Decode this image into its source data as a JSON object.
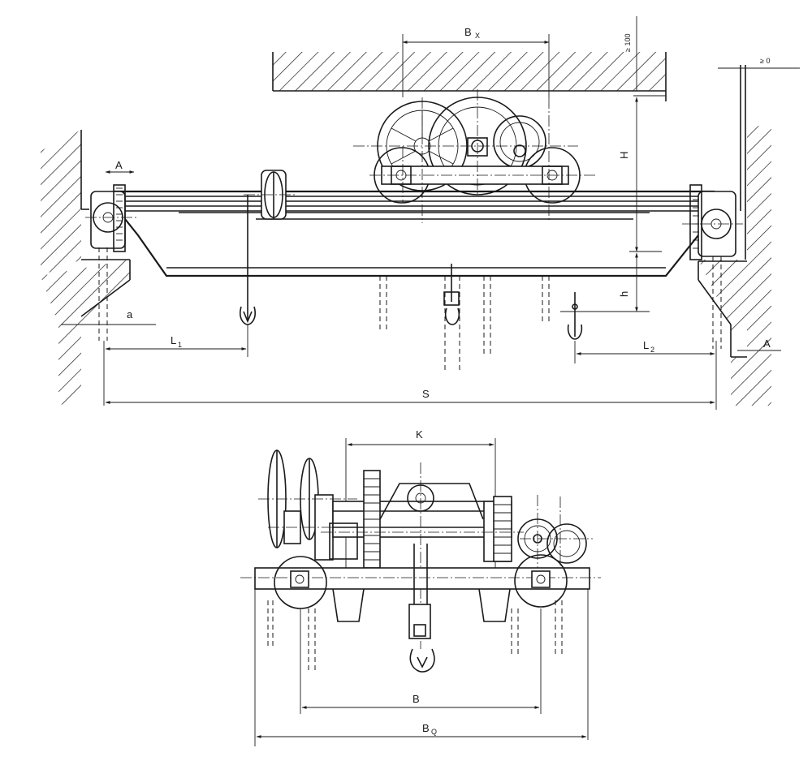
{
  "labels": {
    "bx": "B",
    "bx_sub": "X",
    "clear_top": "≥ 100",
    "clear_side": "≥ 0",
    "a_upper": "A",
    "a_right": "A",
    "a_small": "a",
    "h_upper": "H",
    "h_lower": "h",
    "l1": "L",
    "l1_sub": "1",
    "l2": "L",
    "l2_sub": "2",
    "s": "S",
    "k": "K",
    "b": "B",
    "bq": "B",
    "bq_sub": "Q"
  }
}
